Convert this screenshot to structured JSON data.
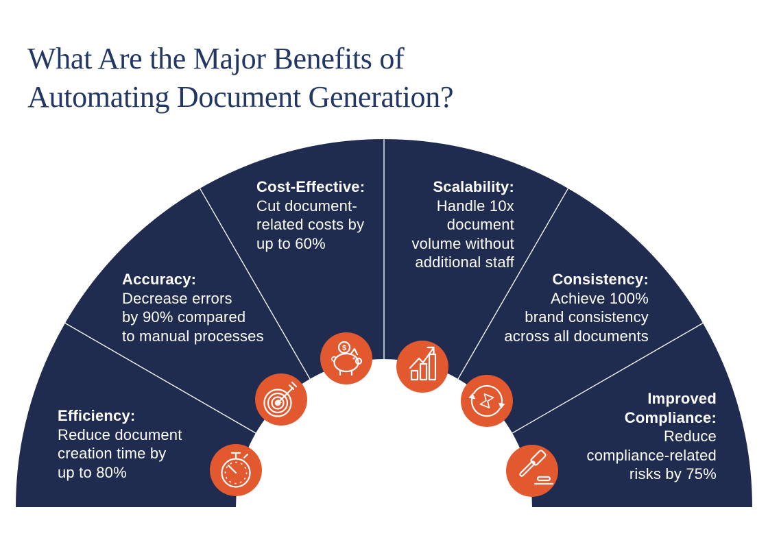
{
  "title": {
    "lines": [
      "What Are the Major Benefits of",
      "Automating Document Generation?"
    ]
  },
  "colors": {
    "bg": "#FFFFFF",
    "navy": "#202C4F",
    "title": "#223763",
    "orange": "#E2592F",
    "divider": "#FFFFFF",
    "text": "#FFFFFF"
  },
  "icons": {
    "piggy_coin_symbol": "$"
  },
  "segments": [
    {
      "name": "Efficiency",
      "heading": [
        "Efficiency:"
      ],
      "lines": [
        "Reduce document",
        "creation time by",
        "up to 80%"
      ],
      "icon": "stopwatch-icon"
    },
    {
      "name": "Accuracy",
      "heading": [
        "Accuracy:"
      ],
      "lines": [
        "Decrease errors",
        "by 90% compared",
        "to manual processes"
      ],
      "icon": "target-icon"
    },
    {
      "name": "Cost-Effective",
      "heading": [
        "Cost-Effective:"
      ],
      "lines": [
        "Cut document-",
        "related costs by",
        "up to 60%"
      ],
      "icon": "piggy-bank-icon"
    },
    {
      "name": "Scalability",
      "heading": [
        "Scalability:"
      ],
      "lines": [
        "Handle 10x",
        "document",
        "volume without",
        "additional staff"
      ],
      "icon": "growth-chart-icon"
    },
    {
      "name": "Consistency",
      "heading": [
        "Consistency:"
      ],
      "lines": [
        "Achieve 100%",
        "brand consistency",
        "across all documents"
      ],
      "icon": "sync-arrows-icon"
    },
    {
      "name": "Improved Compliance",
      "heading": [
        "Improved",
        "Compliance:"
      ],
      "lines": [
        "Reduce",
        "compliance-related",
        "risks by 75%"
      ],
      "icon": "gavel-icon"
    }
  ]
}
